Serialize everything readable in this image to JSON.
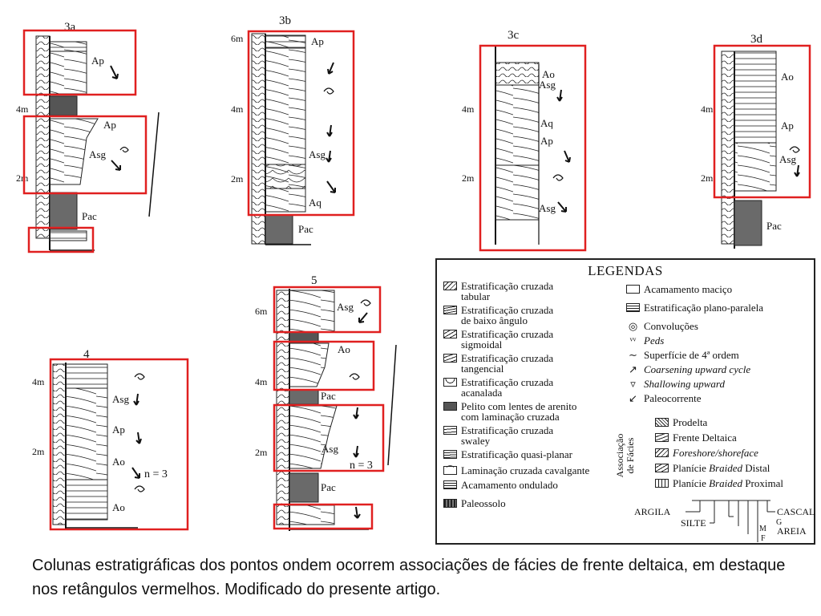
{
  "figure": {
    "column_titles": [
      "3a",
      "3b",
      "3c",
      "3d",
      "4",
      "5"
    ],
    "depth_labels": {
      "m6": "6m",
      "m4": "4m",
      "m2": "2m"
    },
    "facies_labels": [
      "Ap",
      "Asg",
      "Pac",
      "Aq",
      "Ao"
    ],
    "annotation": "n = 3",
    "highlight_color": "#e02020"
  },
  "legend": {
    "title": "LEGENDAS",
    "left_items": [
      {
        "label": "Estratificação cruzada\ntabular",
        "icon": "tabular-cross-stratification-swatch"
      },
      {
        "label": "Estratificação cruzada\nde baixo ângulo",
        "icon": "low-angle-cross-stratification-swatch"
      },
      {
        "label": "Estratificação cruzada\nsigmoidal",
        "icon": "sigmoidal-cross-stratification-swatch"
      },
      {
        "label": "Estratificação cruzada\ntangencial",
        "icon": "tangential-cross-stratification-swatch"
      },
      {
        "label": "Estratificação cruzada\nacanalada",
        "icon": "trough-cross-stratification-swatch"
      },
      {
        "label": "Pelito com lentes de arenito\ncom laminação cruzada",
        "icon": "mudstone-sandstone-lenses-swatch"
      },
      {
        "label": "Estratificação cruzada\nswaley",
        "icon": "swaley-cross-stratification-swatch"
      },
      {
        "label": "Estratificação quasi-planar",
        "icon": "quasi-planar-stratification-swatch"
      },
      {
        "label": "Laminação cruzada cavalgante",
        "icon": "climbing-ripple-lamination-swatch"
      },
      {
        "label": "Acamamento ondulado",
        "icon": "wavy-bedding-swatch"
      },
      {
        "label": "Paleossolo",
        "icon": "paleosol-swatch"
      }
    ],
    "right_items": [
      {
        "label": "Acamamento maciço",
        "icon": "massive-bedding-swatch",
        "italic": false
      },
      {
        "label": "Estratificação plano-paralela",
        "icon": "plane-parallel-stratification-swatch",
        "italic": false
      },
      {
        "label": "Convoluções",
        "icon": "convolution-icon",
        "italic": false
      },
      {
        "label": "Peds",
        "icon": "peds-icon",
        "italic": true
      },
      {
        "label": "Superfície de 4ª ordem",
        "icon": "fourth-order-surface-icon",
        "italic": false
      },
      {
        "label": "Coarsening upward cycle",
        "icon": "coarsening-upward-icon",
        "italic": true
      },
      {
        "label": "Shallowing upward",
        "icon": "shallowing-upward-icon",
        "italic": true
      },
      {
        "label": "Paleocorrente",
        "icon": "paleocurrent-arrow-icon",
        "italic": false
      }
    ],
    "facies_group_label": "Associação\nde Fácies",
    "facies_items": [
      {
        "label": "Prodelta",
        "italic_word": ""
      },
      {
        "label": "Frente Deltaica",
        "italic_word": ""
      },
      {
        "label": "Foreshore/shoreface",
        "italic_word": "all"
      },
      {
        "label_pre": "Planície ",
        "label_it": "Braided",
        "label_post": " Distal"
      },
      {
        "label_pre": "Planície ",
        "label_it": "Braided",
        "label_post": " Proximal"
      }
    ],
    "grain_size": {
      "argila": "ARGILA",
      "silte": "SILTE",
      "cascalho": "CASCALHO",
      "g": "G",
      "m": "M",
      "f": "F",
      "areia": "AREIA"
    }
  },
  "caption": "Colunas estratigráficas dos pontos ondem ocorrem associações de fácies de frente deltaica, em destaque nos retângulos vermelhos. Modificado do presente artigo."
}
